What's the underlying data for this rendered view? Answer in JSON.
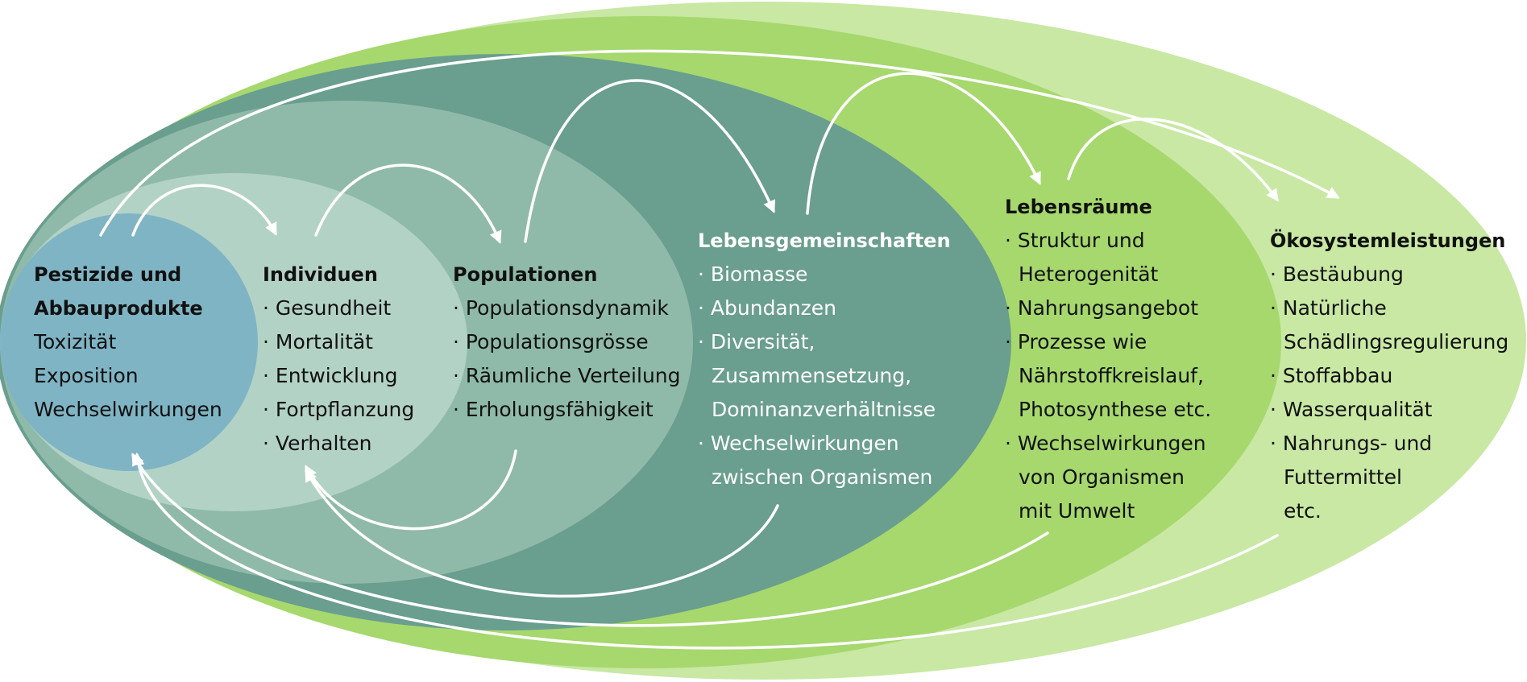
{
  "colors": {
    "ecosystem_services": "#c8e8a4",
    "habitats": "#a6d86e",
    "communities": "#6a9e8e",
    "populations": "#8fbaa9",
    "individuals": "#b3d2c6",
    "pesticides": "#7fb4c4",
    "arrows": "#ffffff"
  },
  "nodes": {
    "pesticides": {
      "title": [
        "Pestizide und",
        "Abbauprodukte"
      ],
      "items": [
        {
          "text": "Toxizität"
        },
        {
          "text": "Exposition"
        },
        {
          "text": "Wechselwirkungen"
        }
      ]
    },
    "individuals": {
      "title": [
        "Individuen"
      ],
      "items": [
        {
          "text": "Gesundheit",
          "bullet": true
        },
        {
          "text": "Mortalität",
          "bullet": true
        },
        {
          "text": "Entwicklung",
          "bullet": true
        },
        {
          "text": "Fortpflanzung",
          "bullet": true
        },
        {
          "text": "Verhalten",
          "bullet": true
        }
      ]
    },
    "populations": {
      "title": [
        "Populationen"
      ],
      "items": [
        {
          "text": "Populationsdynamik",
          "bullet": true
        },
        {
          "text": "Populationsgrösse",
          "bullet": true
        },
        {
          "text": "Räumliche Verteilung",
          "bullet": true
        },
        {
          "text": "Erholungsfähigkeit",
          "bullet": true
        }
      ]
    },
    "communities": {
      "title": [
        "Lebensgemeinschaften"
      ],
      "items": [
        {
          "text": "Biomasse",
          "bullet": true
        },
        {
          "text": "Abundanzen",
          "bullet": true
        },
        {
          "text": "Diversität,",
          "bullet": true
        },
        {
          "text": "Zusammensetzung,",
          "cont": true
        },
        {
          "text": "Dominanzverhältnisse",
          "cont": true
        },
        {
          "text": "Wechselwirkungen",
          "bullet": true
        },
        {
          "text": "zwischen Organismen",
          "cont": true
        }
      ]
    },
    "habitats": {
      "title": [
        "Lebensräume"
      ],
      "items": [
        {
          "text": "Struktur und",
          "bullet": true
        },
        {
          "text": "Heterogenität",
          "cont": true
        },
        {
          "text": "Nahrungsangebot",
          "bullet": true
        },
        {
          "text": "Prozesse wie",
          "bullet": true
        },
        {
          "text": "Nährstoffkreislauf,",
          "cont": true
        },
        {
          "text": "Photosynthese etc.",
          "cont": true
        },
        {
          "text": "Wechselwirkungen",
          "bullet": true
        },
        {
          "text": "von Organismen",
          "cont": true
        },
        {
          "text": "mit Umwelt",
          "cont": true
        }
      ]
    },
    "ecosystem_services": {
      "title": [
        "Ökosystemleistungen"
      ],
      "items": [
        {
          "text": "Bestäubung",
          "bullet": true
        },
        {
          "text": "Natürliche",
          "bullet": true
        },
        {
          "text": "Schädlingsregulierung",
          "cont": true
        },
        {
          "text": "Stoffabbau",
          "bullet": true
        },
        {
          "text": "Wasserqualität",
          "bullet": true
        },
        {
          "text": "Nahrungs- und",
          "bullet": true
        },
        {
          "text": "Futtermittel",
          "cont": true
        },
        {
          "text": "etc.",
          "cont": true
        }
      ]
    }
  }
}
